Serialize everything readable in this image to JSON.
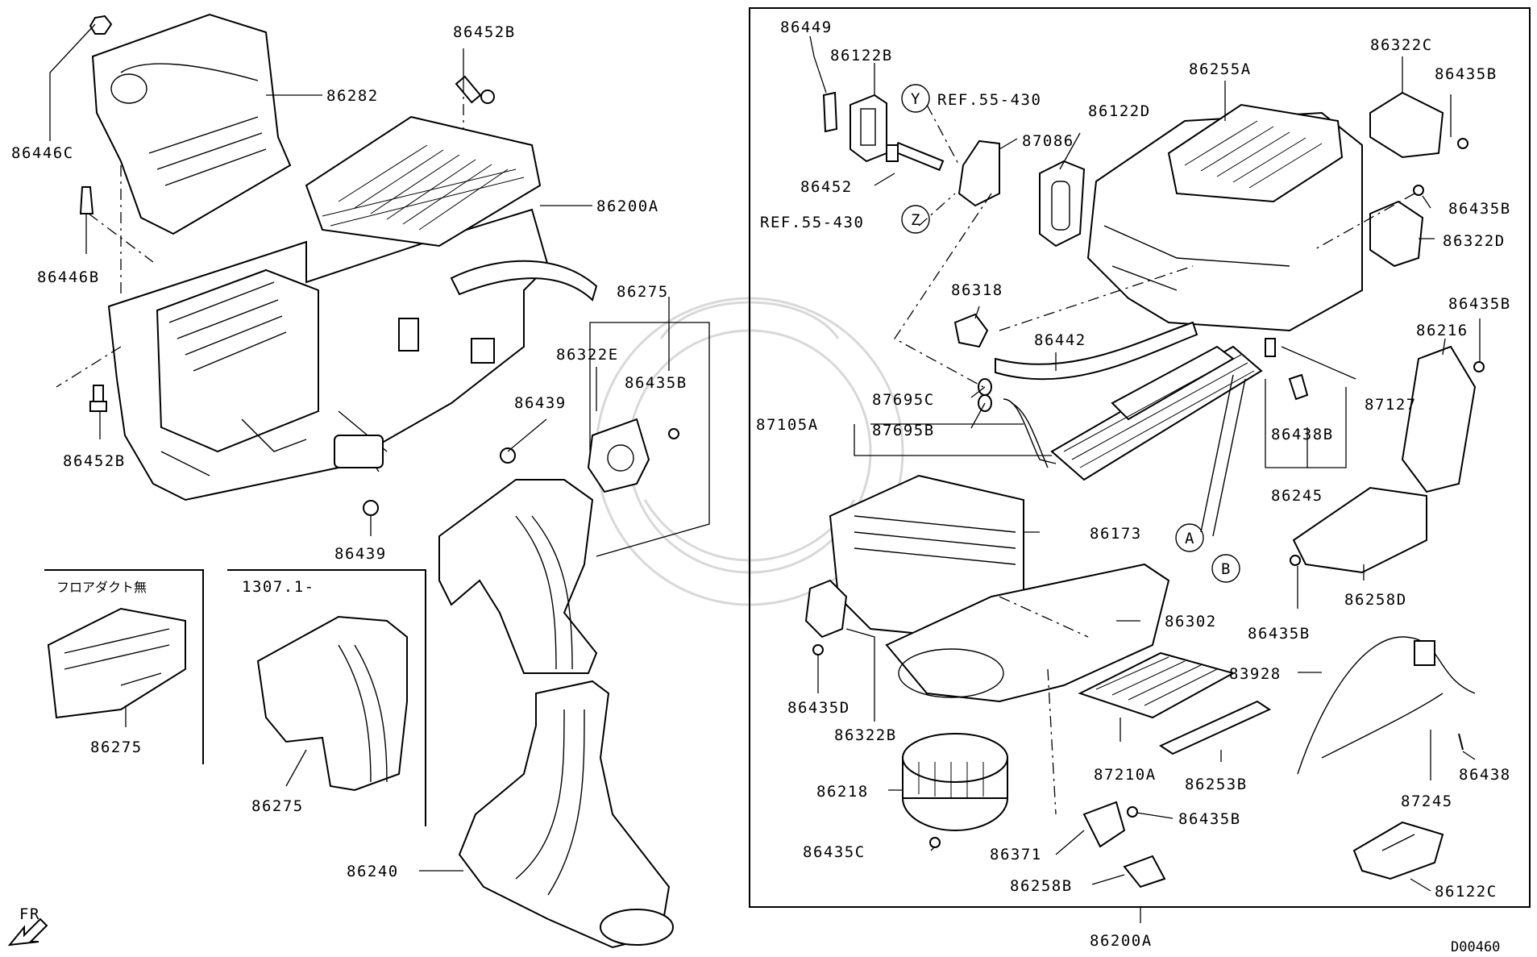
{
  "diagram_id": "D00460",
  "front_indicator": "FR",
  "reference_labels": {
    "ref_y": "REF.55-430",
    "ref_z": "REF.55-430",
    "circle_y": "Y",
    "circle_z": "Z",
    "circle_a": "A",
    "circle_b": "B"
  },
  "subbox_left_title": "フロアダクト無",
  "subbox_mid_title": "1307.1-",
  "parts": {
    "p86446C": "86446C",
    "p86282": "86282",
    "p86452B_top": "86452B",
    "p86200A_left": "86200A",
    "p86446B": "86446B",
    "p86275_top": "86275",
    "p86322E": "86322E",
    "p86435B_left": "86435B",
    "p86439_a": "86439",
    "p86452B_bottom": "86452B",
    "p86439_b": "86439",
    "p86275_box1": "86275",
    "p86275_box2": "86275",
    "p86240": "86240",
    "p86449": "86449",
    "p86122B": "86122B",
    "p86452": "86452",
    "p87086": "87086",
    "p86122D": "86122D",
    "p86255A": "86255A",
    "p86322C": "86322C",
    "p86435B_r1": "86435B",
    "p86435B_r2": "86435B",
    "p86322D": "86322D",
    "p86318": "86318",
    "p86442": "86442",
    "p86435B_r3": "86435B",
    "p86216": "86216",
    "p87695C": "87695C",
    "p87695B": "87695B",
    "p87105A": "87105A",
    "p87127": "87127",
    "p86438B": "86438B",
    "p86245": "86245",
    "p86173": "86173",
    "p86258D": "86258D",
    "p86435B_r4": "86435B",
    "p86302": "86302",
    "p83928": "83928",
    "p86435D": "86435D",
    "p86322B": "86322B",
    "p87210A": "87210A",
    "p86253B": "86253B",
    "p86438": "86438",
    "p87245": "87245",
    "p86218": "86218",
    "p86435B_r5": "86435B",
    "p86435C": "86435C",
    "p86371": "86371",
    "p86258B": "86258B",
    "p86122C": "86122C",
    "p86200A_bottom": "86200A"
  }
}
